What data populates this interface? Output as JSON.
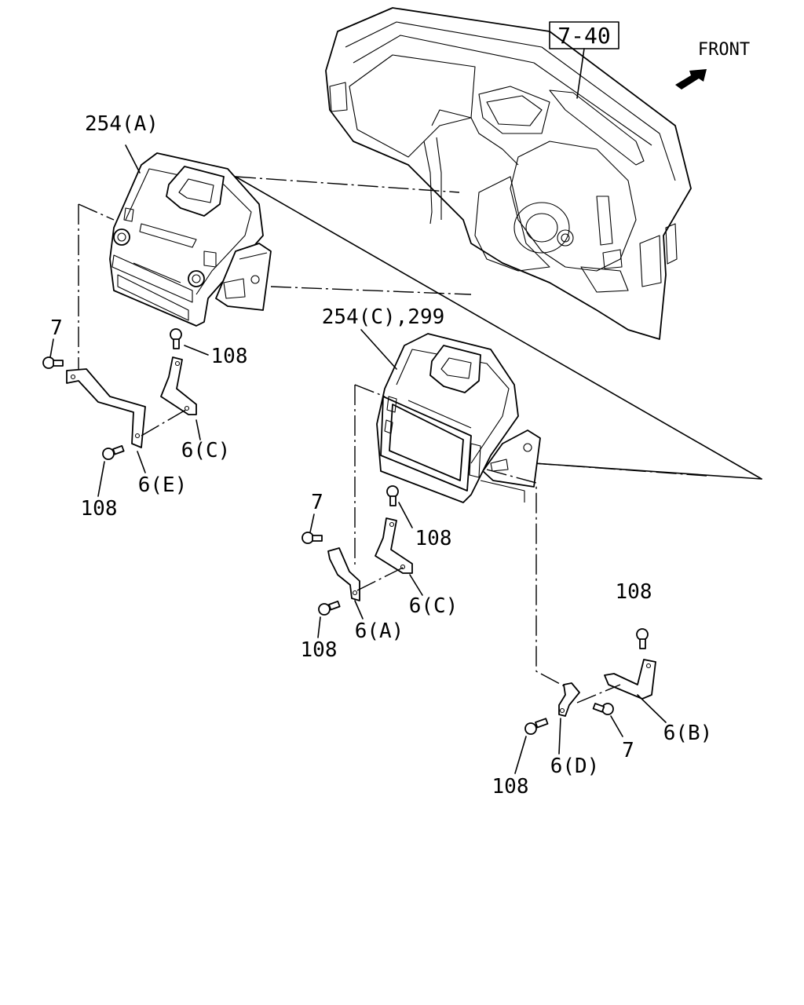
{
  "diagram": {
    "ref_box": "7-40",
    "front_label": "FRONT",
    "callouts": {
      "unit_a": "254(A)",
      "unit_c": "254(C),299",
      "bolt_7_a": "7",
      "bolt_7_c": "7",
      "bolt_7_b": "7",
      "screw_108_a_top": "108",
      "screw_108_a_bottom": "108",
      "screw_108_c_top": "108",
      "screw_108_c_bottom": "108",
      "screw_108_b_top": "108",
      "screw_108_d_bottom": "108",
      "bracket_6c_a": "6(C)",
      "bracket_6e": "6(E)",
      "bracket_6c_c": "6(C)",
      "bracket_6a": "6(A)",
      "bracket_6b": "6(B)",
      "bracket_6d": "6(D)"
    }
  }
}
